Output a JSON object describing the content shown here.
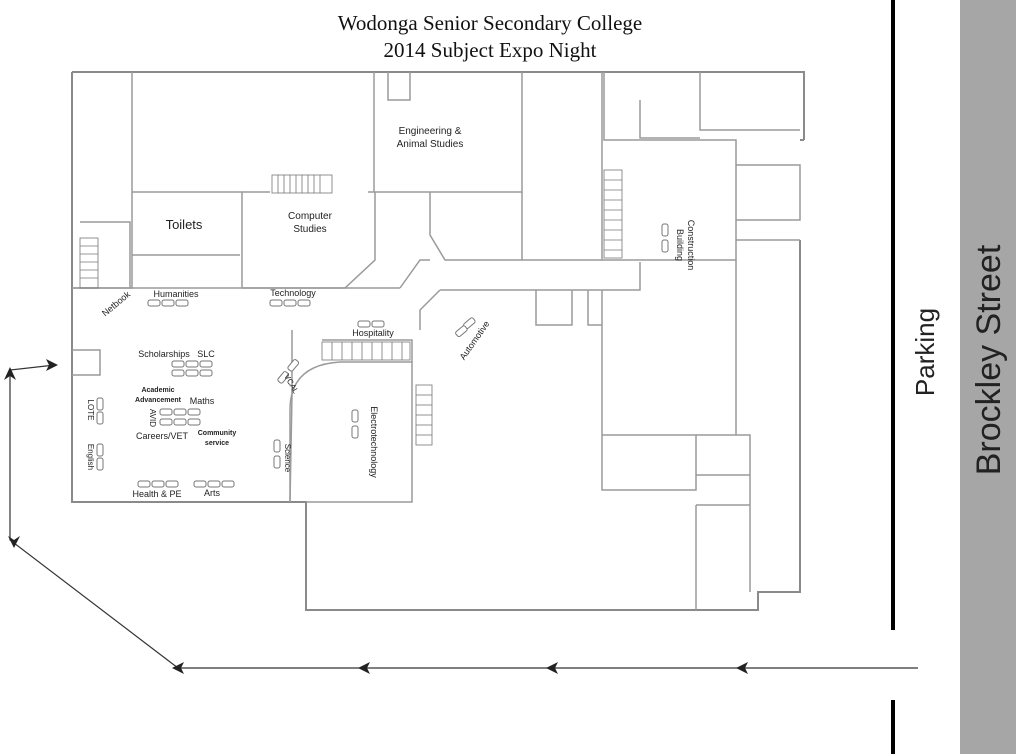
{
  "header": {
    "title_line1": "Wodonga Senior Secondary College",
    "title_line2": "2014 Subject Expo Night"
  },
  "streets": {
    "main": "Brockley Street",
    "parking": "Parking"
  },
  "rooms": {
    "engineering": [
      "Engineering &",
      "Animal Studies"
    ],
    "toilets": "Toilets",
    "computer": [
      "Computer",
      "Studies"
    ],
    "building": [
      "Building",
      "Construction"
    ],
    "netbook": "Netbook",
    "humanities": "Humanities",
    "technology": "Technology",
    "hospitality": "Hospitality",
    "automotive": "Automotive",
    "scholarships": "Scholarships",
    "slc": "SLC",
    "vcal": "VCAL",
    "academic": [
      "Academic",
      "Advancement"
    ],
    "maths": "Maths",
    "lote": "LOTE",
    "avid": "AVID",
    "careers": "Careers/VET",
    "community": [
      "Community",
      "service"
    ],
    "electro": "Electrotechnology",
    "english": "English",
    "science": "Science",
    "health": "Health & PE",
    "arts": "Arts"
  },
  "colors": {
    "wall": "#8a8a8a",
    "street": "#a6a6a6",
    "route": "#333333"
  }
}
